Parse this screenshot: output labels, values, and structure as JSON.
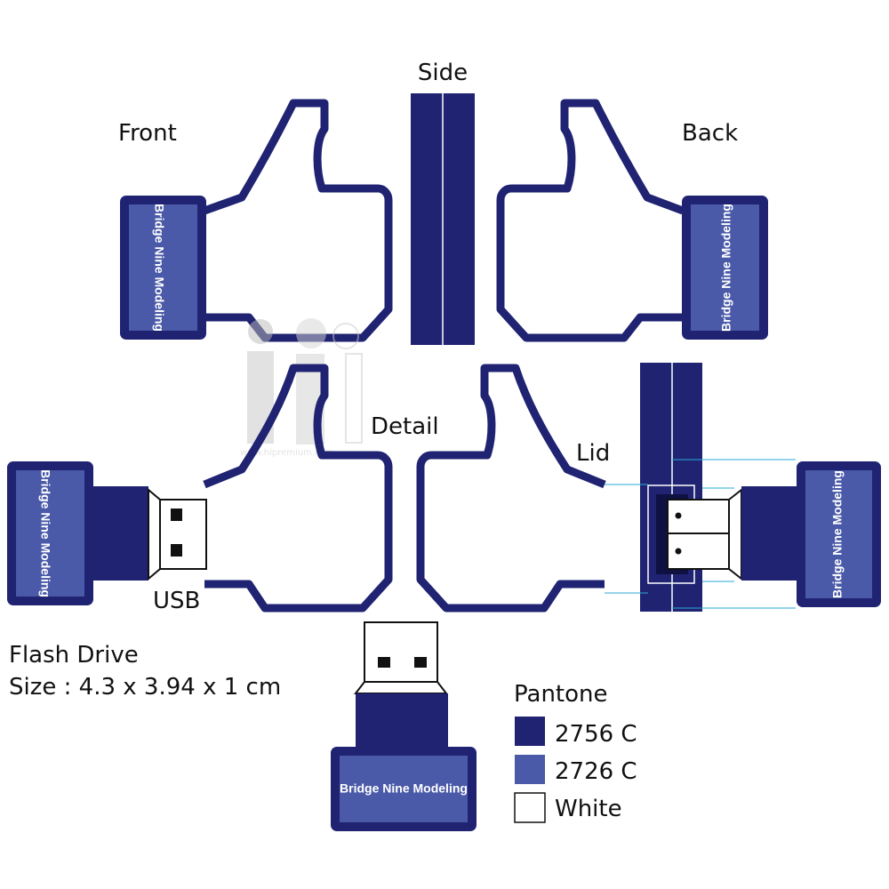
{
  "colors": {
    "dark": "#1f2372",
    "light": "#4a5aa8",
    "white": "#ffffff",
    "guide": "#29a9d6"
  },
  "views": {
    "front": "Front",
    "side": "Side",
    "back": "Back",
    "detail": "Detail",
    "lid": "Lid",
    "usb": "USB"
  },
  "brand_text": "Bridge Nine Modeling",
  "product": {
    "name": "Flash Drive",
    "size": "Size : 4.3 x 3.94 x 1 cm"
  },
  "pantone": {
    "title": "Pantone",
    "swatches": [
      {
        "label": "2756 C",
        "color": "#1f2372"
      },
      {
        "label": "2726 C",
        "color": "#4a5aa8"
      },
      {
        "label": "White",
        "color": "#ffffff"
      }
    ]
  },
  "watermark": "www.hipremium.com"
}
